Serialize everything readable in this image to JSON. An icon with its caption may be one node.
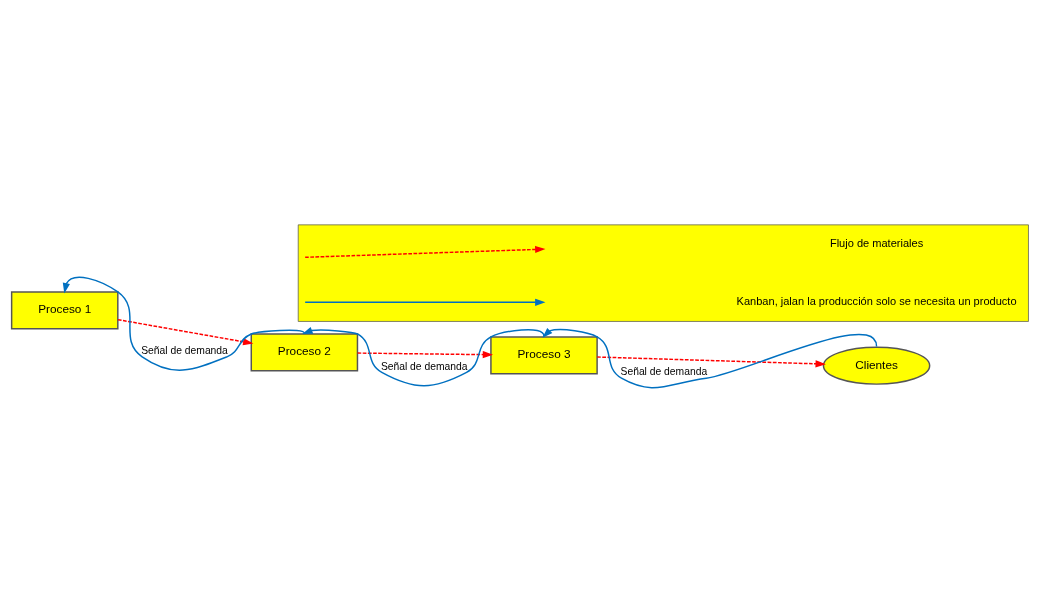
{
  "diagram": {
    "nodes": [
      {
        "text": [
          "Proceso 1"
        ]
      },
      {
        "text": [
          "Proceso 2"
        ]
      },
      {
        "text": [
          "Proceso 3"
        ]
      },
      {
        "text": [
          "Clientes"
        ]
      },
      {
        "text": [],
        "shape": "box"
      }
    ],
    "edges": [
      {
        "from": 0,
        "to": 1,
        "arrow": "to",
        "style": "dashed",
        "color": "#ff0000"
      },
      {
        "from": 1,
        "to": 2,
        "arrow": "to",
        "style": "dashed",
        "color": "#ff0000"
      },
      {
        "from": 2,
        "to": 3,
        "arrow": "to",
        "style": "dashed",
        "color": "#ff0000"
      },
      {
        "from": 1,
        "to": 0,
        "arrow": "to",
        "label": "Señal de demanda",
        "color": "#0070c0"
      },
      {
        "from": 2,
        "to": 1,
        "arrow": "to",
        "label": "Señal de demanda",
        "color": "#0070c0"
      },
      {
        "from": 3,
        "to": 2,
        "arrow": "to",
        "label": "Señal de demanda",
        "color": "#0070c0"
      }
    ],
    "legend": [
      {
        "text": "Flujo de materiales"
      },
      {
        "text": "Kanban, jalan la producción solo se necesita un producto"
      }
    ]
  }
}
